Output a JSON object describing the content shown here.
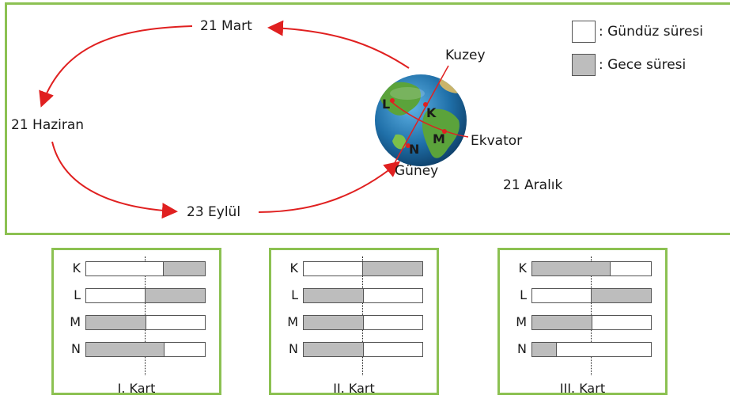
{
  "orbit": {
    "mar21": "21 Mart",
    "jun21": "21 Haziran",
    "sep23": "23 Eylül",
    "dec21": "21 Aralık"
  },
  "globe": {
    "north": "Kuzey",
    "south": "Güney",
    "equator": "Ekvator",
    "points": [
      "L",
      "K",
      "M",
      "N"
    ]
  },
  "legend": {
    "day": ": Gündüz süresi",
    "night": ": Gece süresi"
  },
  "colors": {
    "panel_border": "#8cc152",
    "arrow": "#e02020",
    "night_fill": "#bdbdbd",
    "ocean": "#1f6fa8",
    "land": "#5ba33b"
  },
  "cards": [
    {
      "title": "I. Kart",
      "rows": [
        {
          "letter": "K",
          "night_side": "right",
          "night_fraction": 0.35
        },
        {
          "letter": "L",
          "night_side": "right",
          "night_fraction": 0.5
        },
        {
          "letter": "M",
          "night_side": "left",
          "night_fraction": 0.5
        },
        {
          "letter": "N",
          "night_side": "left",
          "night_fraction": 0.65
        }
      ]
    },
    {
      "title": "II. Kart",
      "rows": [
        {
          "letter": "K",
          "night_side": "right",
          "night_fraction": 0.5
        },
        {
          "letter": "L",
          "night_side": "left",
          "night_fraction": 0.5
        },
        {
          "letter": "M",
          "night_side": "left",
          "night_fraction": 0.5
        },
        {
          "letter": "N",
          "night_side": "left",
          "night_fraction": 0.5
        }
      ]
    },
    {
      "title": "III. Kart",
      "rows": [
        {
          "letter": "K",
          "night_side": "left",
          "night_fraction": 0.65
        },
        {
          "letter": "L",
          "night_side": "right",
          "night_fraction": 0.5
        },
        {
          "letter": "M",
          "night_side": "left",
          "night_fraction": 0.5
        },
        {
          "letter": "N",
          "night_side": "left",
          "night_fraction": 0.2
        }
      ]
    }
  ]
}
